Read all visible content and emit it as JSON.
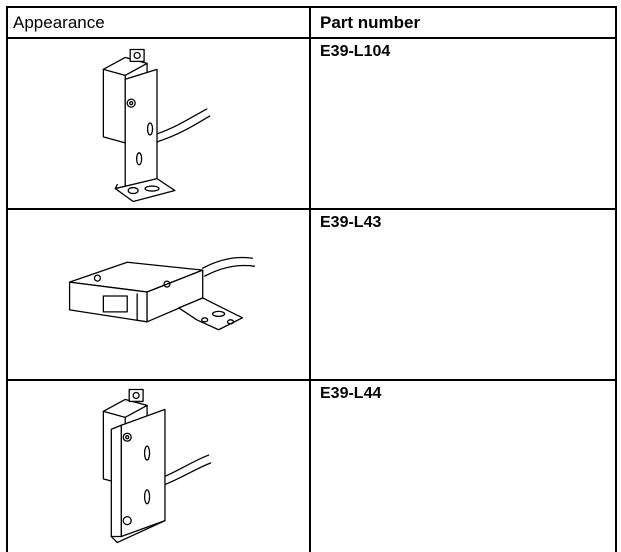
{
  "table": {
    "header": {
      "appearance": "Appearance",
      "part_number": "Part number"
    },
    "rows": [
      {
        "part_number": "E39-L104",
        "appearance_icon": "l-bracket-mount-icon"
      },
      {
        "part_number": "E39-L43",
        "appearance_icon": "horizontal-bracket-mount-icon"
      },
      {
        "part_number": "E39-L44",
        "appearance_icon": "side-bracket-mount-icon"
      }
    ]
  }
}
